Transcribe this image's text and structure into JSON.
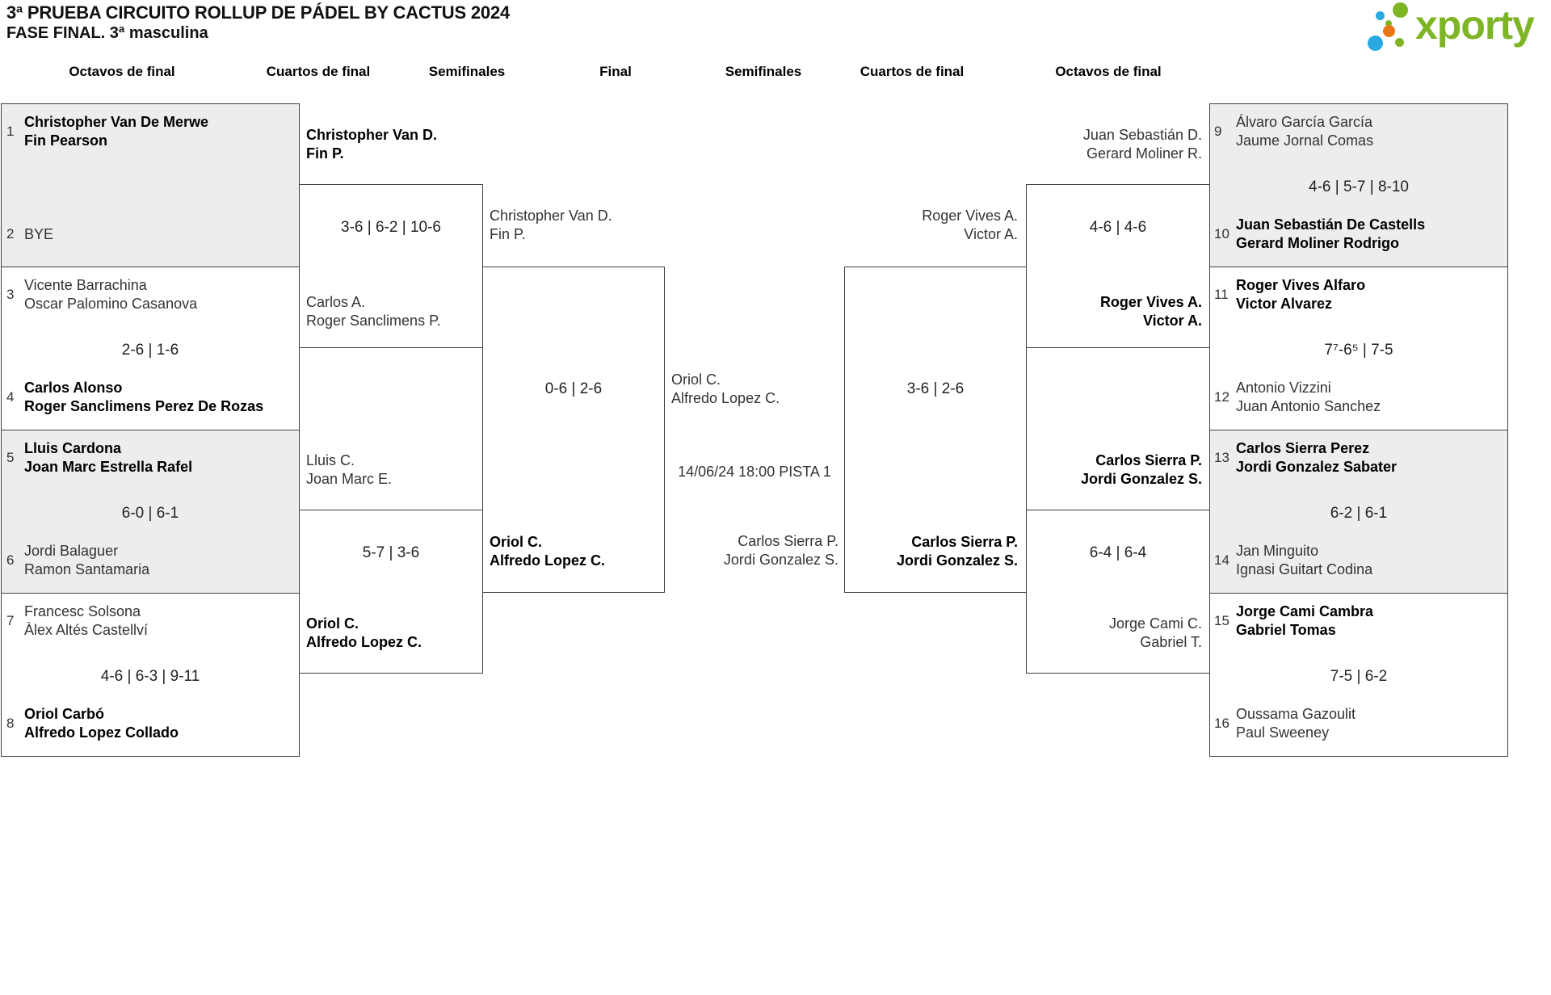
{
  "title": "3ª PRUEBA CIRCUITO ROLLUP DE PÁDEL BY CACTUS 2024",
  "subtitle": "FASE FINAL. 3ª masculina",
  "logo": {
    "text": "xporty",
    "green": "#7db524",
    "blue": "#2aa9e0",
    "orange": "#e87817"
  },
  "round_headers": [
    "Octavos de final",
    "Cuartos de final",
    "Semifinales",
    "Final",
    "Semifinales",
    "Cuartos de final",
    "Octavos de final"
  ],
  "colors": {
    "box_border": "#404040",
    "shaded_box": "#ededed",
    "winner_text": "#000000",
    "regular_text": "#333333"
  },
  "r16_left": [
    {
      "seed_top": "1",
      "team_top": [
        "Christopher Van De Merwe",
        "Fin Pearson"
      ],
      "top_bold": true,
      "score": "",
      "seed_bottom": "2",
      "team_bottom": [
        "BYE"
      ],
      "bottom_bold": false,
      "shaded": true
    },
    {
      "seed_top": "3",
      "team_top": [
        "Vicente Barrachina",
        "Oscar Palomino Casanova"
      ],
      "top_bold": false,
      "score": "2-6 | 1-6",
      "seed_bottom": "4",
      "team_bottom": [
        "Carlos Alonso",
        "Roger Sanclimens Perez De Rozas"
      ],
      "bottom_bold": true,
      "shaded": false
    },
    {
      "seed_top": "5",
      "team_top": [
        "Lluis Cardona",
        "Joan Marc Estrella Rafel"
      ],
      "top_bold": true,
      "score": "6-0 | 6-1",
      "seed_bottom": "6",
      "team_bottom": [
        "Jordi Balaguer",
        "Ramon Santamaria"
      ],
      "bottom_bold": false,
      "shaded": true
    },
    {
      "seed_top": "7",
      "team_top": [
        "Francesc Solsona",
        "Àlex Altés Castellví"
      ],
      "top_bold": false,
      "score": "4-6 | 6-3 | 9-11",
      "seed_bottom": "8",
      "team_bottom": [
        "Oriol Carbó",
        "Alfredo Lopez Collado"
      ],
      "bottom_bold": true,
      "shaded": false
    }
  ],
  "r16_right": [
    {
      "seed_top": "9",
      "team_top": [
        "Álvaro García García",
        "Jaume Jornal Comas"
      ],
      "top_bold": false,
      "score": "4-6 | 5-7 | 8-10",
      "seed_bottom": "10",
      "team_bottom": [
        "Juan Sebastián De Castells",
        "Gerard Moliner Rodrigo"
      ],
      "bottom_bold": true,
      "shaded": true
    },
    {
      "seed_top": "11",
      "team_top": [
        "Roger Vives Alfaro",
        "Victor Alvarez"
      ],
      "top_bold": true,
      "score": "7⁷-6⁵ | 7-5",
      "seed_bottom": "12",
      "team_bottom": [
        "Antonio Vizzini",
        "Juan Antonio Sanchez"
      ],
      "bottom_bold": false,
      "shaded": false
    },
    {
      "seed_top": "13",
      "team_top": [
        "Carlos Sierra Perez",
        "Jordi Gonzalez Sabater"
      ],
      "top_bold": true,
      "score": "6-2 | 6-1",
      "seed_bottom": "14",
      "team_bottom": [
        "Jan Minguito",
        "Ignasi Guitart Codina"
      ],
      "bottom_bold": false,
      "shaded": true
    },
    {
      "seed_top": "15",
      "team_top": [
        "Jorge Cami Cambra",
        "Gabriel Tomas"
      ],
      "top_bold": true,
      "score": "7-5 | 6-2",
      "seed_bottom": "16",
      "team_bottom": [
        "Oussama Gazoulit",
        "Paul Sweeney"
      ],
      "bottom_bold": false,
      "shaded": false
    }
  ],
  "qf_left": [
    {
      "entrant_top": [
        "Christopher Van D.",
        "Fin P."
      ],
      "top_bold": true,
      "score": "3-6 | 6-2 | 10-6",
      "entrant_bottom": [
        "Carlos A.",
        "Roger Sanclimens P."
      ],
      "bottom_bold": false
    },
    {
      "entrant_top": [
        "Lluis C.",
        "Joan Marc E."
      ],
      "top_bold": false,
      "score": "5-7 | 3-6",
      "entrant_bottom": [
        "Oriol C.",
        "Alfredo Lopez C."
      ],
      "bottom_bold": true
    }
  ],
  "qf_right": [
    {
      "entrant_top": [
        "Juan Sebastián D.",
        "Gerard Moliner R."
      ],
      "top_bold": false,
      "score": "4-6 | 4-6",
      "entrant_bottom": [
        "Roger Vives A.",
        "Victor A."
      ],
      "bottom_bold": true
    },
    {
      "entrant_top": [
        "Carlos Sierra P.",
        "Jordi Gonzalez S."
      ],
      "top_bold": true,
      "score": "6-4 | 6-4",
      "entrant_bottom": [
        "Jorge Cami C.",
        "Gabriel T."
      ],
      "bottom_bold": false
    }
  ],
  "sf_left": {
    "entrant_top": [
      "Christopher Van D.",
      "Fin P."
    ],
    "top_bold": false,
    "score": "0-6 | 2-6",
    "entrant_bottom": [
      "Oriol C.",
      "Alfredo Lopez C."
    ],
    "bottom_bold": true
  },
  "sf_right": {
    "entrant_top": [
      "Roger Vives A.",
      "Victor A."
    ],
    "top_bold": false,
    "score": "3-6 | 2-6",
    "entrant_bottom": [
      "Carlos Sierra P.",
      "Jordi Gonzalez S."
    ],
    "bottom_bold": true
  },
  "final": {
    "team_top": [
      "Oriol C.",
      "Alfredo Lopez C."
    ],
    "schedule": "14/06/24 18:00 PISTA 1",
    "team_bottom": [
      "Carlos Sierra P.",
      "Jordi Gonzalez S."
    ]
  }
}
